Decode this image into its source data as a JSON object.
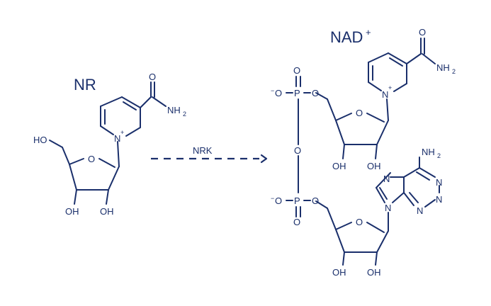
{
  "diagram": {
    "left_molecule": {
      "title": "NR",
      "labels": {
        "ho": "HO",
        "o_ring": "O",
        "oh1": "OH",
        "oh2": "OH",
        "n_plus": "N",
        "plus": "+",
        "o_amide": "O",
        "nh2": "NH",
        "nh2_sub": "2"
      }
    },
    "reaction": {
      "enzyme": "NRK"
    },
    "right_molecule": {
      "title": "NAD",
      "title_sup": "+",
      "labels": {
        "o_top_amide": "O",
        "nh2_top": "NH",
        "nh2_top_sub": "2",
        "n_plus": "N",
        "plus": "+",
        "o_ring1": "O",
        "oh1": "OH",
        "oh2": "OH",
        "p1": "P",
        "p1_o_top": "O",
        "p1_o_left": "O",
        "p1_o_right": "O",
        "p1_minus": "−",
        "bridge_o": "O",
        "p2": "P",
        "p2_o_bottom": "O",
        "p2_o_left": "O",
        "p2_o_right": "O",
        "p2_minus": "−",
        "nh2_ad": "NH",
        "nh2_ad_sub": "2",
        "n_ad1": "N",
        "n_ad2": "N",
        "n_ad3": "N",
        "n_ad4": "N",
        "n_ad5": "N",
        "o_ring2": "O",
        "oh3": "OH",
        "oh4": "OH"
      }
    },
    "colors": {
      "ink": "#1a2f6b",
      "background": "#ffffff"
    }
  }
}
